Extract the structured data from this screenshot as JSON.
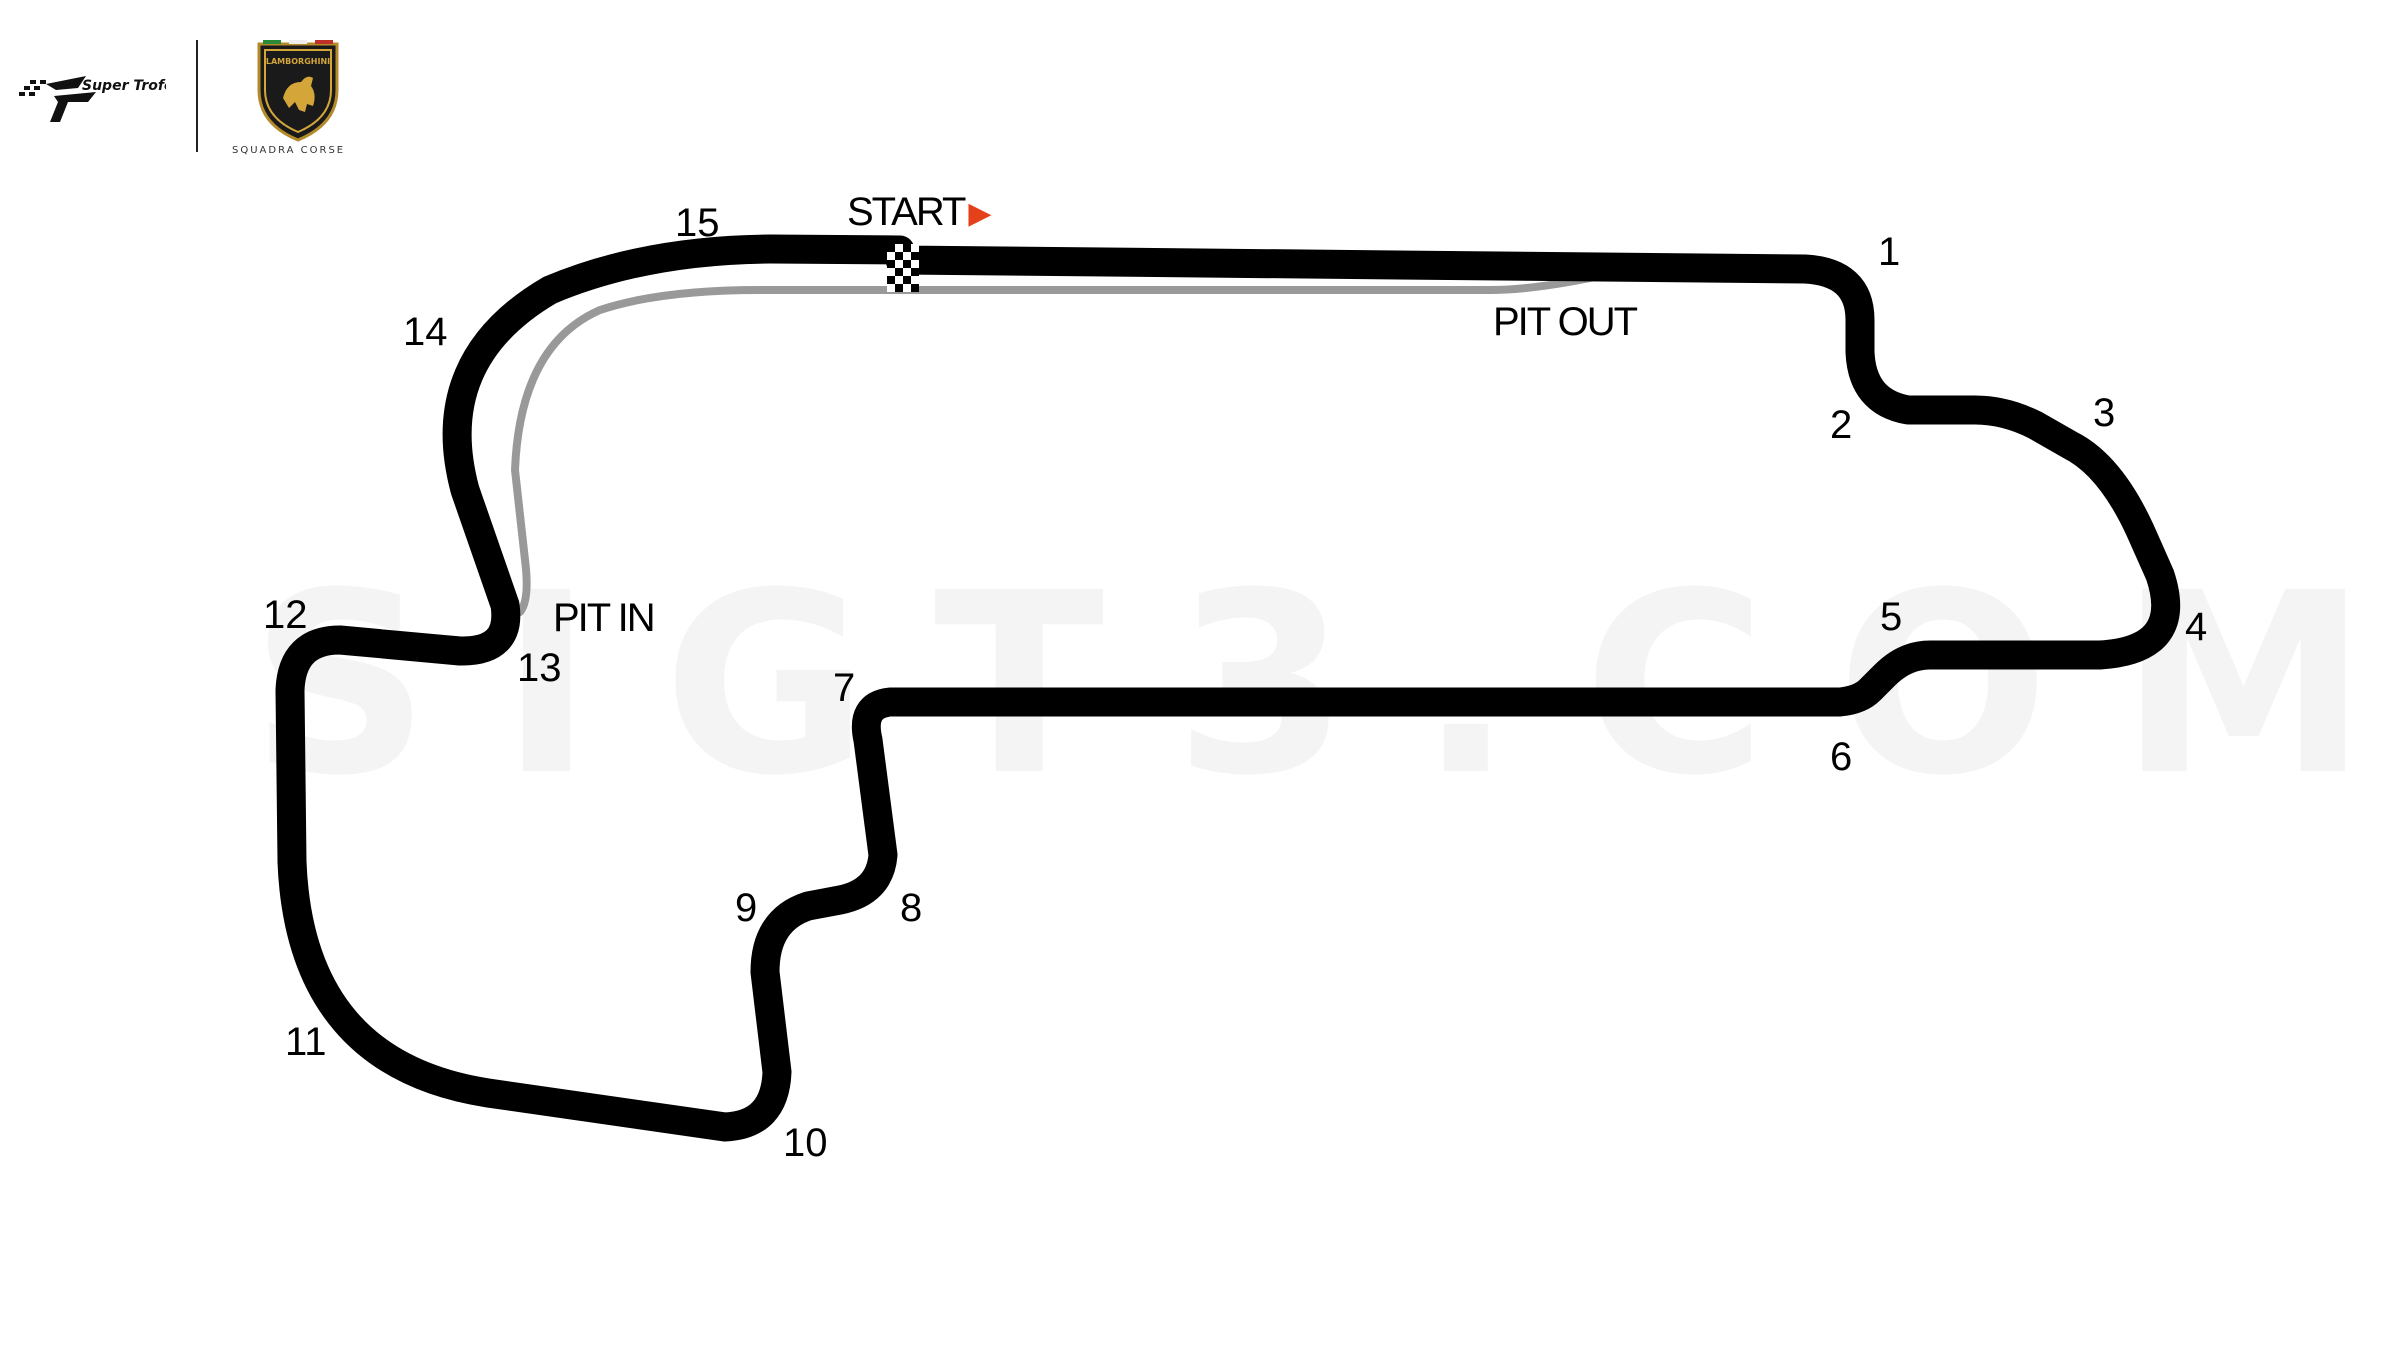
{
  "watermark": "SIGT3.COM",
  "branding": {
    "series_logo": "Super Trofeo",
    "manufacturer_logo": "LAMBORGHINI",
    "subtitle": "SQUADRA CORSE"
  },
  "labels": {
    "start": "START",
    "pit_out": "PIT OUT",
    "pit_in": "PIT IN"
  },
  "turns": [
    "1",
    "2",
    "3",
    "4",
    "5",
    "6",
    "7",
    "8",
    "9",
    "10",
    "11",
    "12",
    "13",
    "14",
    "15"
  ],
  "colors": {
    "track": "#000000",
    "pit_lane": "#999999",
    "start_flag": "#e4411b",
    "background": "#ffffff"
  },
  "icons": {
    "start": "play-triangle-icon",
    "finish": "checkered-flag-icon"
  }
}
